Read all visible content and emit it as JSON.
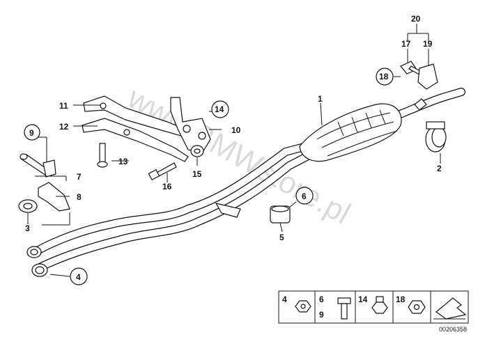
{
  "watermark": "www.BMWstore.pl",
  "diagram_code": "00206358",
  "callouts": {
    "c1": "1",
    "c2": "2",
    "c3": "3",
    "c4": "4",
    "c5": "5",
    "c6": "6",
    "c7": "7",
    "c8": "8",
    "c9": "9",
    "c10": "10",
    "c11": "11",
    "c12": "12",
    "c13": "13",
    "c14": "14",
    "c15": "15",
    "c16": "16",
    "c17": "17",
    "c18": "18",
    "c19": "19",
    "c20": "20"
  },
  "legend": {
    "cell1": "4",
    "cell2a": "6",
    "cell2b": "9",
    "cell3": "14",
    "cell4": "18"
  }
}
